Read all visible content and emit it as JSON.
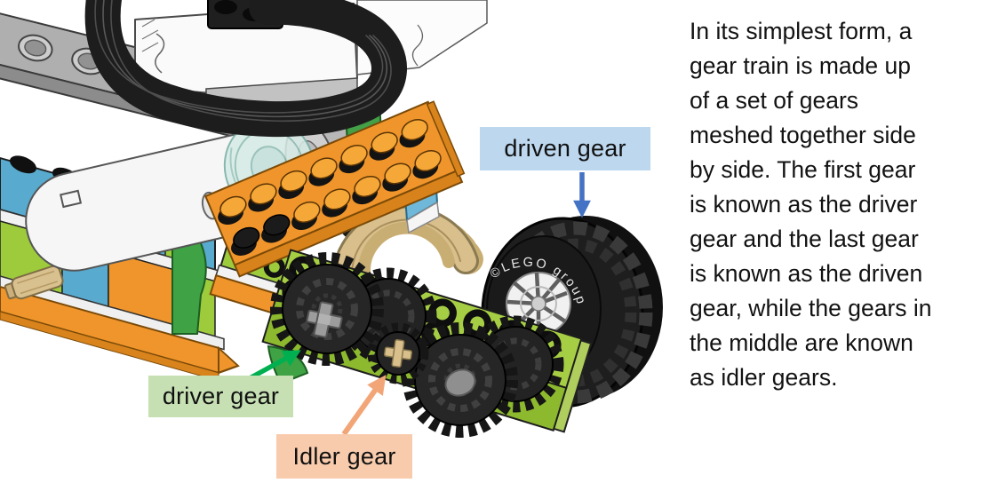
{
  "page": {
    "background": "#FFFFFF"
  },
  "annotation_labels": {
    "driven": {
      "text": "driven gear",
      "background": "#BDD7EE",
      "arrow_color": "#4472C4"
    },
    "driver": {
      "text": "driver gear",
      "background": "#C6E0B4",
      "arrow_color": "#00B050"
    },
    "idler": {
      "text": "Idler gear",
      "background": "#F8CBAD",
      "arrow_color": "#F2A678"
    }
  },
  "description": {
    "lines": [
      "In its simplest form, a",
      "gear train is made up",
      "of a set of gears",
      "meshed together side",
      "by side. The first gear",
      "is known as the driver",
      "gear and the last gear",
      "is known as the driven",
      "gear, while the gears in",
      "the middle are known",
      "as idler gears."
    ]
  },
  "illustration": {
    "tire_text": "©LEGO group",
    "palette": {
      "lime_green": "#A6CE44",
      "dark_lime": "#8DB92E",
      "green": "#3FA244",
      "blue_brick": "#58AACE",
      "orange": "#F0952B",
      "tan": "#D8BF8C",
      "gray_beam": "#AFAFAF",
      "gear_black": "#1E1E1E",
      "white_part": "#F6F6F6",
      "teal_transparent": "#D7EBE6"
    }
  }
}
